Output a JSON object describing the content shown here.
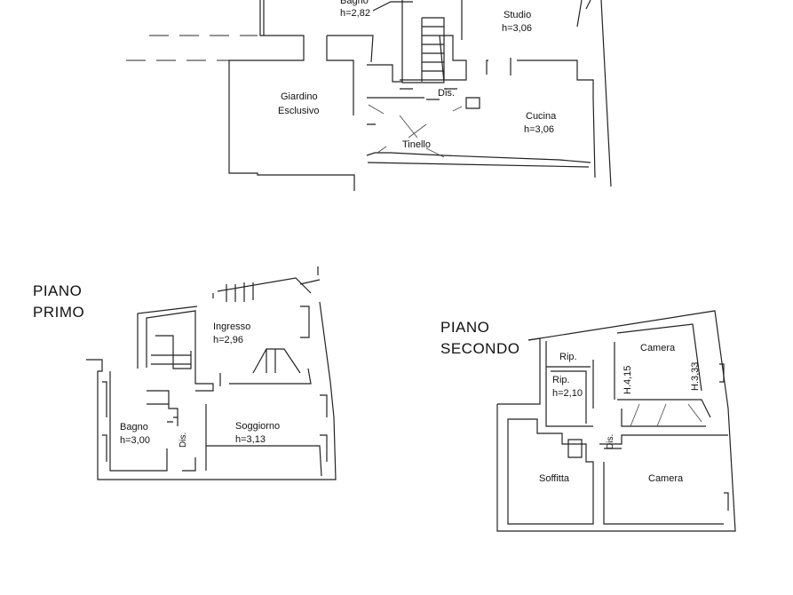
{
  "ground_floor": {
    "rooms": [
      {
        "name": "Bagno",
        "height": "h=2,82"
      },
      {
        "name": "Studio",
        "height": "h=3,06"
      },
      {
        "name": "Giardino",
        "height": "Esclusivo"
      },
      {
        "name": "Dis."
      },
      {
        "name": "Cucina",
        "height": "h=3,06"
      },
      {
        "name": "Tinello"
      }
    ]
  },
  "first_floor": {
    "title_line1": "PIANO",
    "title_line2": "PRIMO",
    "rooms": [
      {
        "name": "Ingresso",
        "height": "h=2,96"
      },
      {
        "name": "Bagno",
        "height": "h=3,00"
      },
      {
        "name": "Dis."
      },
      {
        "name": "Soggiorno",
        "height": "h=3,13"
      }
    ]
  },
  "second_floor": {
    "title_line1": "PIANO",
    "title_line2": "SECONDO",
    "rooms": [
      {
        "name": "Rip."
      },
      {
        "name": "Rip.",
        "height": "h=2,10"
      },
      {
        "name": "Camera"
      },
      {
        "name": "H.4,15"
      },
      {
        "name": "H.3,33"
      },
      {
        "name": "Dis."
      },
      {
        "name": "Soffitta"
      },
      {
        "name": "Camera"
      }
    ]
  }
}
